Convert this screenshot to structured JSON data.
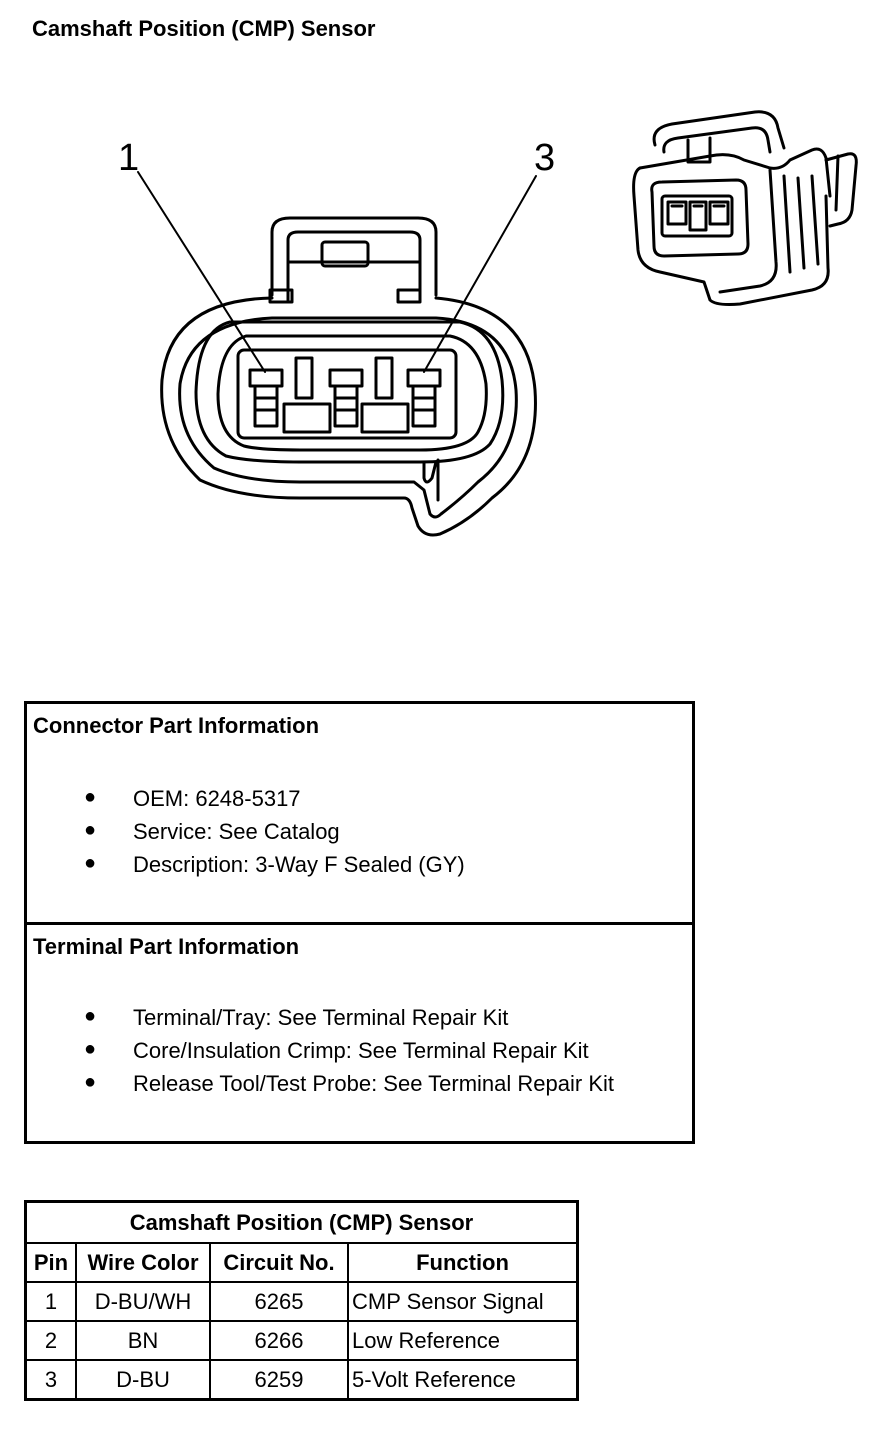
{
  "page": {
    "title": "Camshaft Position (CMP) Sensor"
  },
  "diagram": {
    "pin_labels": [
      "1",
      "3"
    ],
    "colors": {
      "line": "#000000",
      "background": "#ffffff"
    }
  },
  "connector_info": {
    "heading": "Connector Part Information",
    "items": [
      "OEM: 6248-5317",
      "Service: See Catalog",
      "Description: 3-Way F Sealed (GY)"
    ]
  },
  "terminal_info": {
    "heading": "Terminal Part Information",
    "items": [
      "Terminal/Tray: See Terminal Repair Kit",
      "Core/Insulation Crimp: See Terminal Repair Kit",
      "Release Tool/Test Probe: See Terminal Repair Kit"
    ]
  },
  "bullet": "●",
  "pin_table": {
    "title": "Camshaft Position (CMP) Sensor",
    "headers": [
      "Pin",
      "Wire Color",
      "Circuit No.",
      "Function"
    ],
    "rows": [
      [
        "1",
        "D-BU/WH",
        "6265",
        "CMP Sensor Signal"
      ],
      [
        "2",
        "BN",
        "6266",
        "Low Reference"
      ],
      [
        "3",
        "D-BU",
        "6259",
        "5-Volt Reference"
      ]
    ]
  }
}
